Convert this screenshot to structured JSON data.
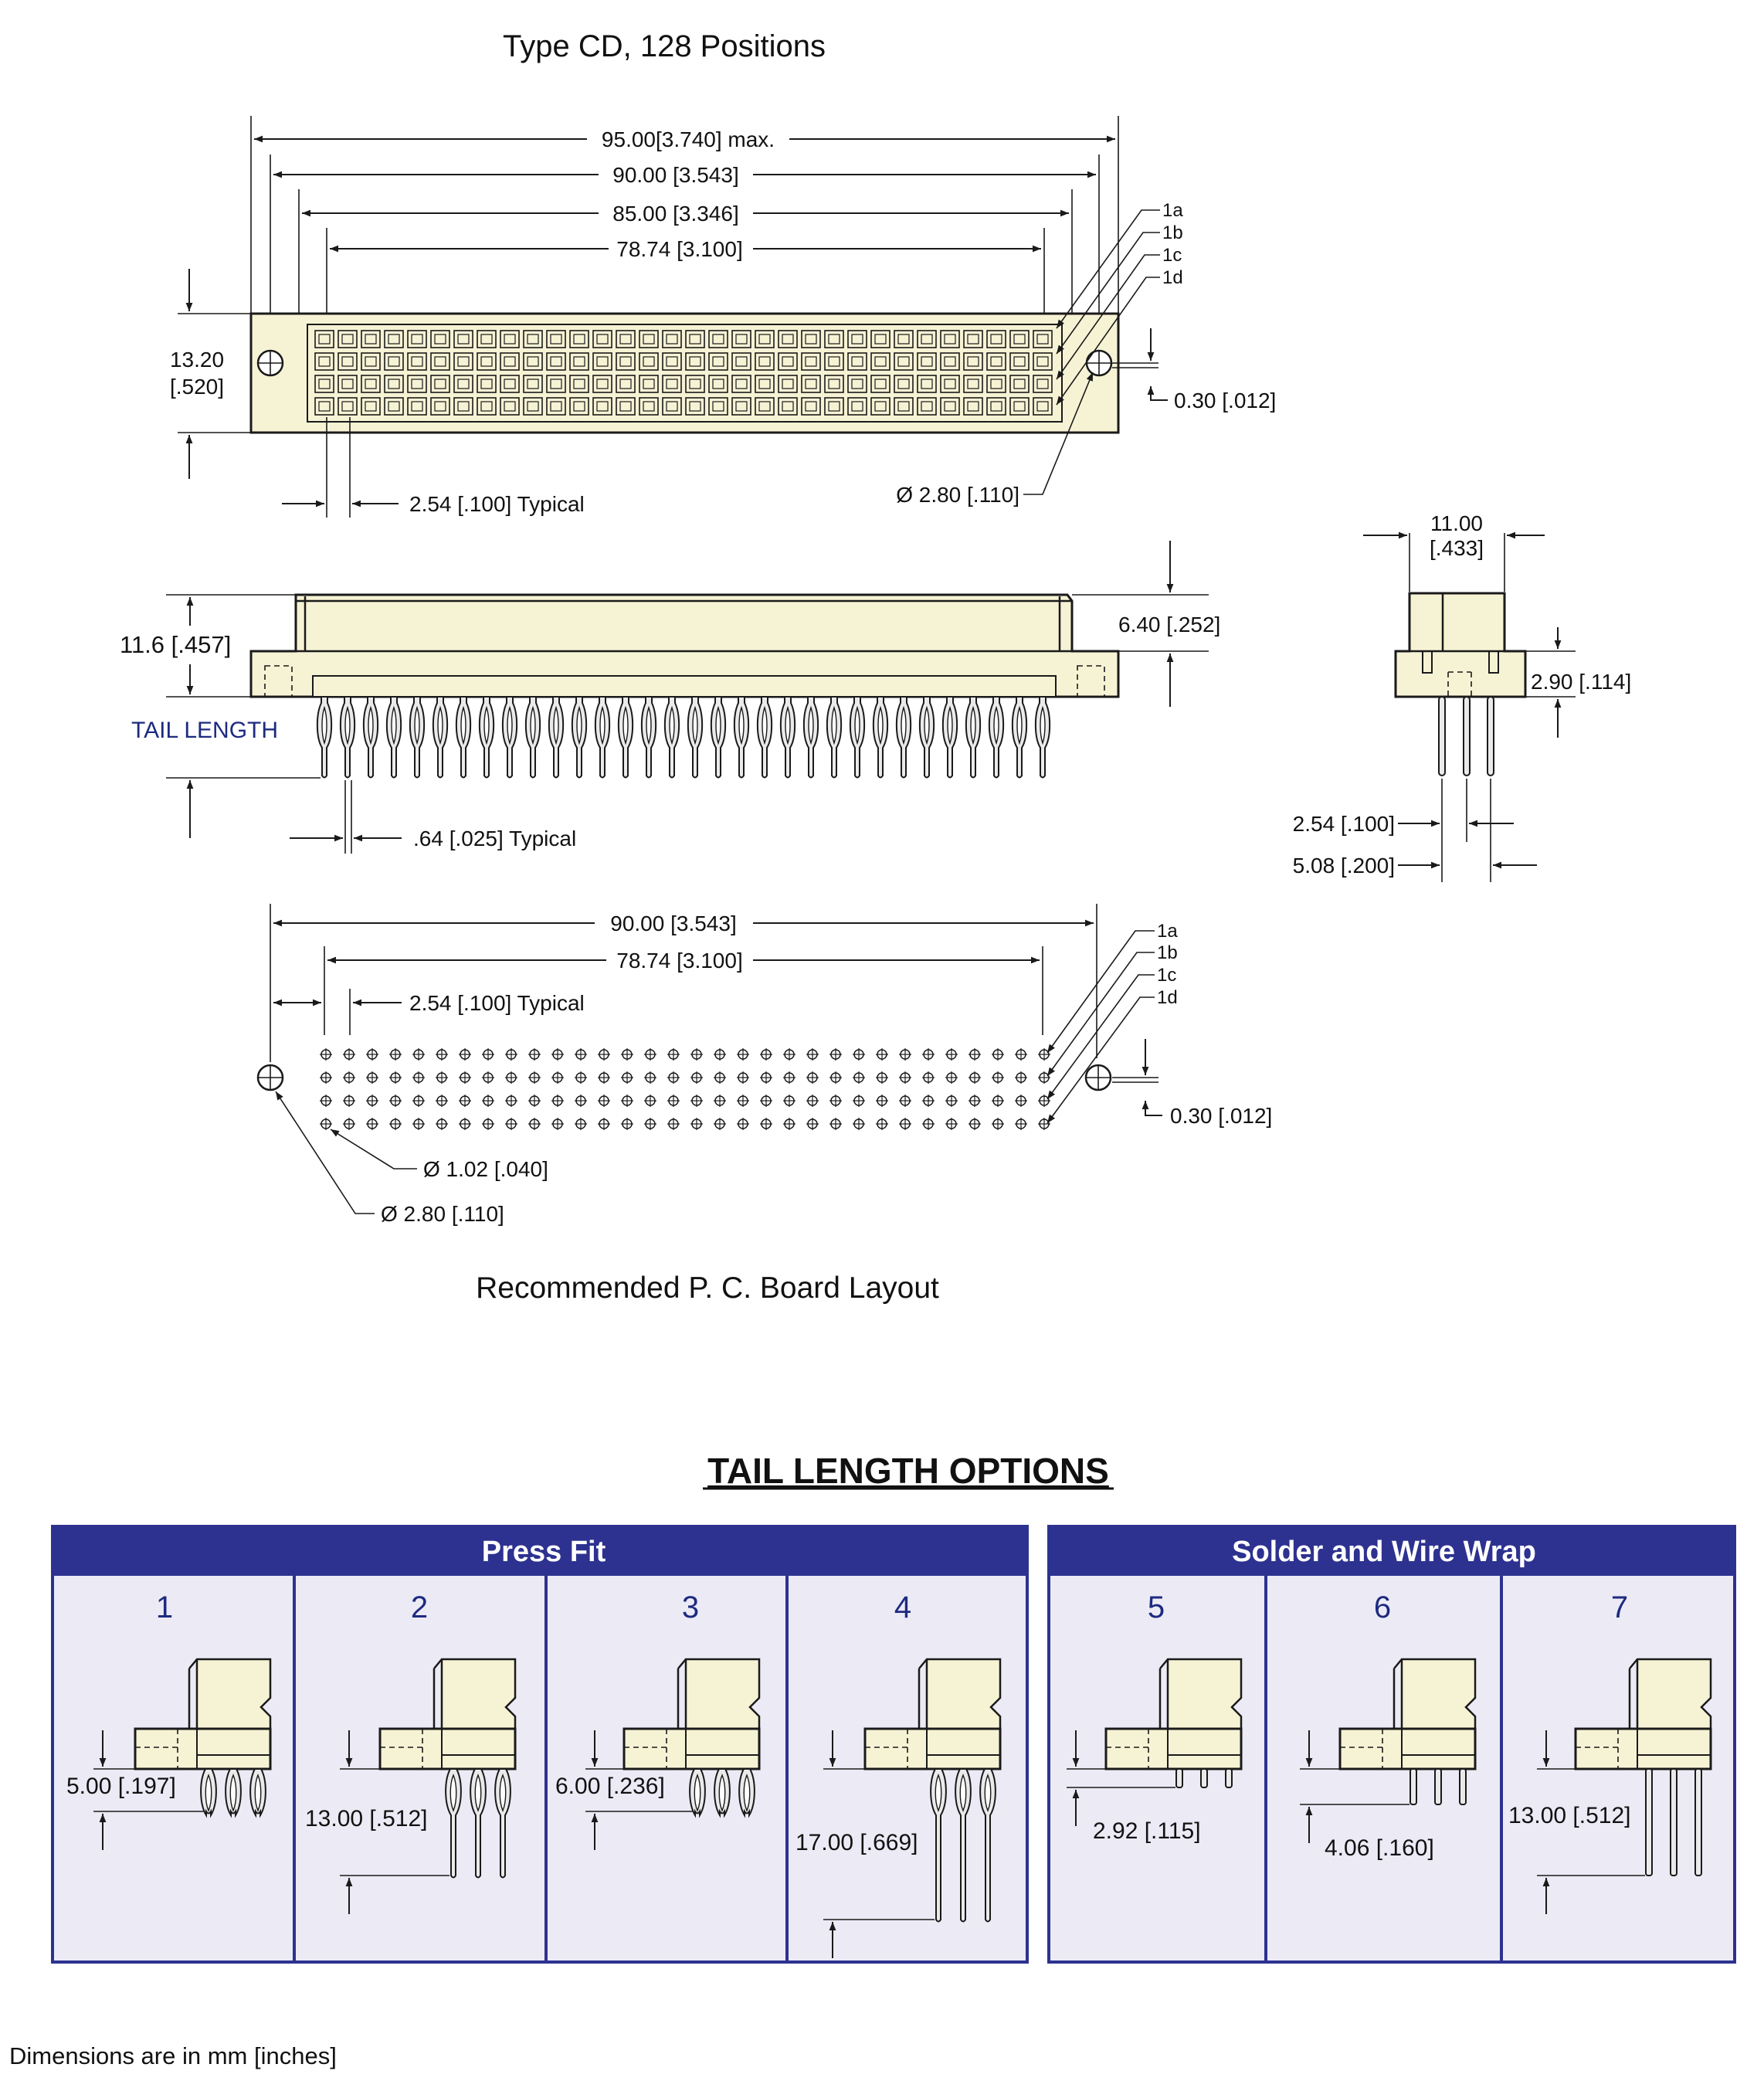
{
  "title": "Type CD, 128 Positions",
  "colors": {
    "body": "#f6f3d5",
    "header": "#2d3290",
    "panel": "#eceaf5",
    "navy_text": "#1d2a80"
  },
  "front_view": {
    "dims": {
      "overall": "95.00[3.740] max.",
      "mounting": "90.00 [3.543]",
      "body": "85.00 [3.346]",
      "pins": "78.74 [3.100]",
      "height": "13.20",
      "height_in": "[.520]",
      "pitch": "2.54 [.100] Typical",
      "hole": "Ø 2.80 [.110]",
      "offset": "0.30 [.012]"
    },
    "rows": [
      "1a",
      "1b",
      "1c",
      "1d"
    ]
  },
  "side_view": {
    "dims": {
      "height": "11.6 [.457]",
      "tail_label": "TAIL LENGTH",
      "top": "6.40 [.252]",
      "tail_width": ".64 [.025] Typical"
    }
  },
  "end_view": {
    "dims": {
      "width": "11.00",
      "width_in": "[.433]",
      "step": "2.90 [.114]",
      "pitch": "2.54 [.100]",
      "span": "5.08 [.200]"
    }
  },
  "pcb_layout": {
    "dims": {
      "mounting": "90.00 [3.543]",
      "pins": "78.74 [3.100]",
      "pitch": "2.54 [.100] Typical",
      "pin_hole": "Ø 1.02 [.040]",
      "mount_hole": "Ø 2.80 [.110]",
      "offset": "0.30 [.012]"
    },
    "rows": [
      "1a",
      "1b",
      "1c",
      "1d"
    ],
    "caption": "Recommended P. C. Board Layout"
  },
  "tail_options": {
    "heading": "TAIL LENGTH OPTIONS",
    "groups": [
      {
        "name": "Press Fit",
        "options": [
          {
            "num": "1",
            "length": "5.00 [.197]"
          },
          {
            "num": "2",
            "length": "13.00 [.512]"
          },
          {
            "num": "3",
            "length": "6.00 [.236]"
          },
          {
            "num": "4",
            "length": "17.00 [.669]"
          }
        ]
      },
      {
        "name": "Solder and Wire Wrap",
        "options": [
          {
            "num": "5",
            "length": "2.92 [.115]"
          },
          {
            "num": "6",
            "length": "4.06 [.160]"
          },
          {
            "num": "7",
            "length": "13.00 [.512]"
          }
        ]
      }
    ]
  },
  "footnote": "Dimensions are in mm [inches]"
}
